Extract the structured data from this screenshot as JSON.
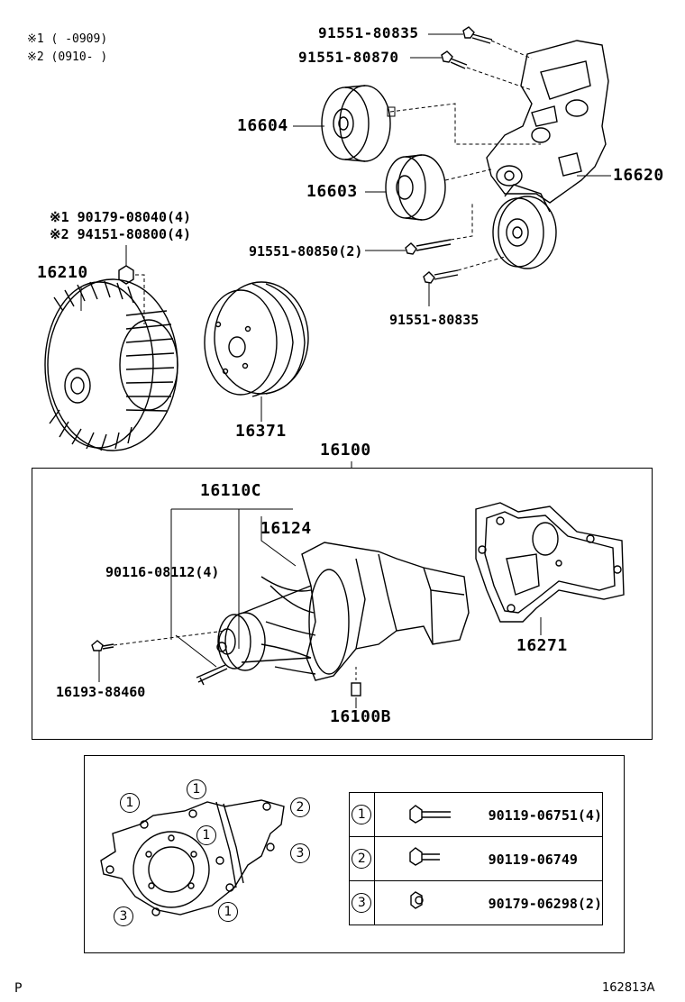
{
  "notes": {
    "note1": "※1 (    -0909)",
    "note2": "※2 (0910-     )"
  },
  "parts": {
    "p91551_80835_top": "91551-80835",
    "p91551_80870": "91551-80870",
    "p16604": "16604",
    "p16620": "16620",
    "p16603": "16603",
    "p90179_08040": "※1 90179-08040(4)",
    "p94151_80800": "※2 94151-80800(4)",
    "p91551_80850": "91551-80850(2)",
    "p91551_80835_bot": "91551-80835",
    "p16210": "16210",
    "p16371": "16371",
    "p16100": "16100",
    "p16110C": "16110C",
    "p16124": "16124",
    "p90116_08112": "90116-08112(4)",
    "p16271": "16271",
    "p16193_88460": "16193-88460",
    "p16100B": "16100B"
  },
  "bolt_diagram": {
    "markers": [
      "1",
      "1",
      "1",
      "1",
      "2",
      "3",
      "3"
    ]
  },
  "legend": [
    {
      "num": "1",
      "part": "90119-06751(4)"
    },
    {
      "num": "2",
      "part": "90119-06749"
    },
    {
      "num": "3",
      "part": "90179-06298(2)"
    }
  ],
  "footer": {
    "left": "P",
    "right": "162813A"
  }
}
